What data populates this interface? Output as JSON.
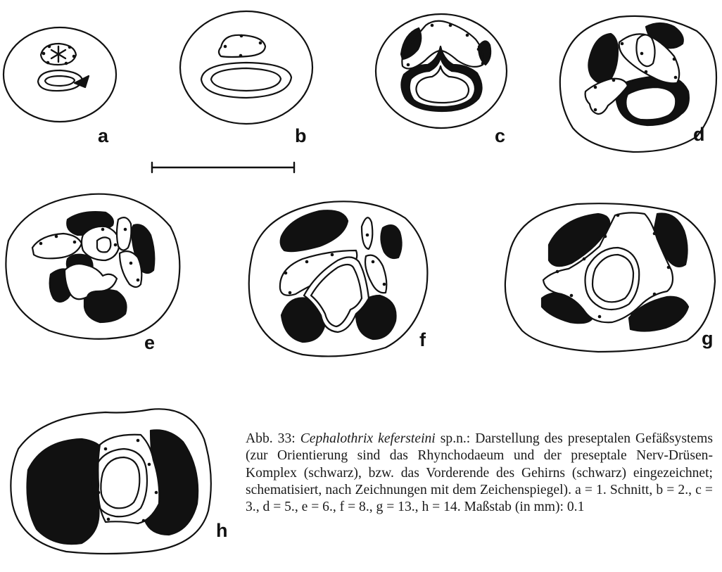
{
  "figure": {
    "panels": [
      {
        "id": "a",
        "label": "a"
      },
      {
        "id": "b",
        "label": "b"
      },
      {
        "id": "c",
        "label": "c"
      },
      {
        "id": "d",
        "label": "d"
      },
      {
        "id": "e",
        "label": "e"
      },
      {
        "id": "f",
        "label": "f"
      },
      {
        "id": "g",
        "label": "g"
      },
      {
        "id": "h",
        "label": "h"
      }
    ],
    "scale_bar": {
      "value_mm": 0.1
    }
  },
  "caption": {
    "prefix": "Abb. 33: ",
    "taxon": "Cephalothrix kefersteini",
    "text": " sp.n.: Darstellung des preseptalen Gefäßsystems (zur Orientierung sind das Rhynchodaeum und der preseptale Nerv-Drüsen-Komplex (schwarz), bzw. das Vorderende des Gehirns (schwarz) eingezeichnet; schematisiert, nach Zeichnungen mit dem Zeichenspiegel). a = 1. Schnitt, b = 2., c = 3., d = 5., e = 6., f = 8., g = 13., h = 14. Maßstab (in mm): 0.1"
  }
}
